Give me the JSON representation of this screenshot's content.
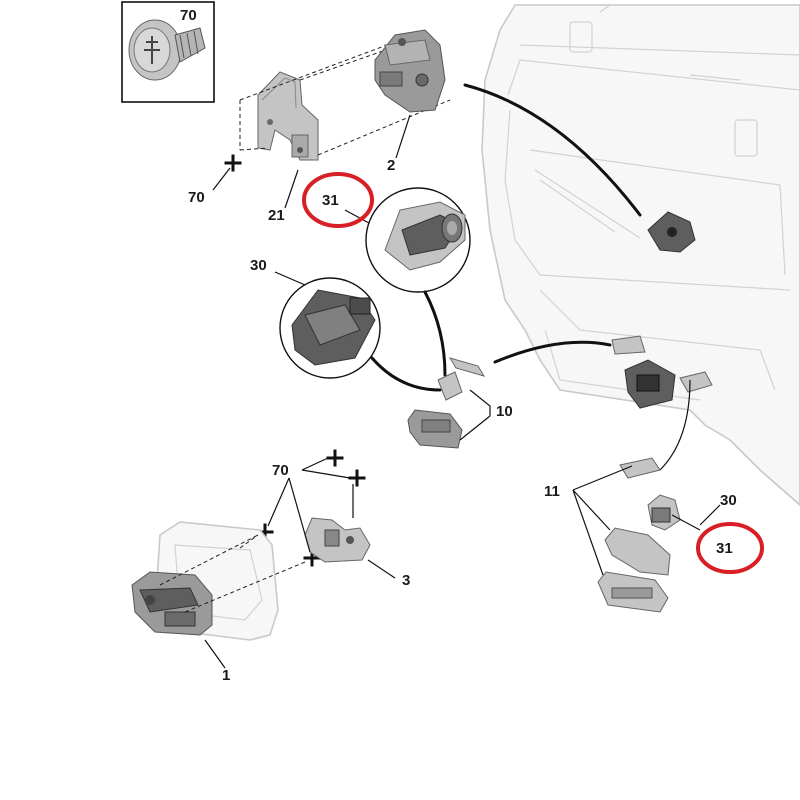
{
  "labels": {
    "screw_box": "70",
    "screw_left": "70",
    "bracket": "21",
    "lock_top": "2",
    "clip_zoom": "31",
    "actuator_zoom": "30",
    "switch": "10",
    "screws_group": "70",
    "main_lock": "1",
    "striker": "3",
    "handle_set": "11",
    "actuator_right": "30",
    "clip_right": "31"
  },
  "colors": {
    "highlight": "#d81f26",
    "line": "#111111",
    "part_grey": "#9a9a9a"
  }
}
